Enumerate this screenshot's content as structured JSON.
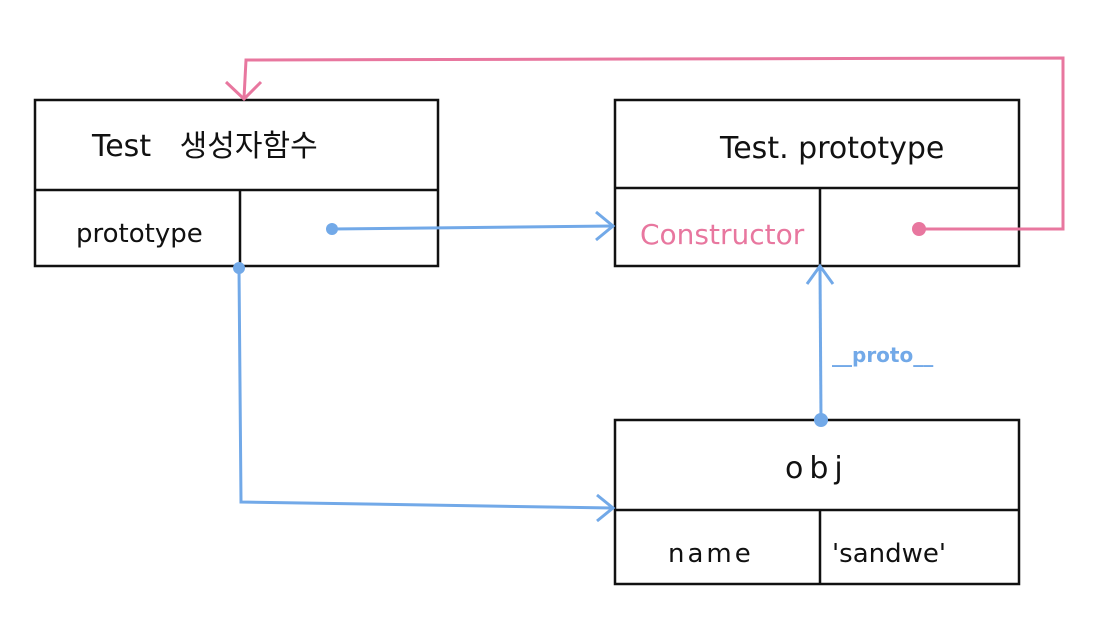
{
  "colors": {
    "pink": "#e8779f",
    "blue": "#72a9e8",
    "stroke": "#111111"
  },
  "boxes": {
    "test_function": {
      "title": "Test   생성자함수",
      "field_label": "prototype"
    },
    "test_prototype": {
      "title": "Test. prototype",
      "field_label": "Constructor"
    },
    "obj": {
      "title": "obj",
      "field_label": "name",
      "field_value": "'sandwe'"
    }
  },
  "labels": {
    "proto_link": "__proto__"
  }
}
